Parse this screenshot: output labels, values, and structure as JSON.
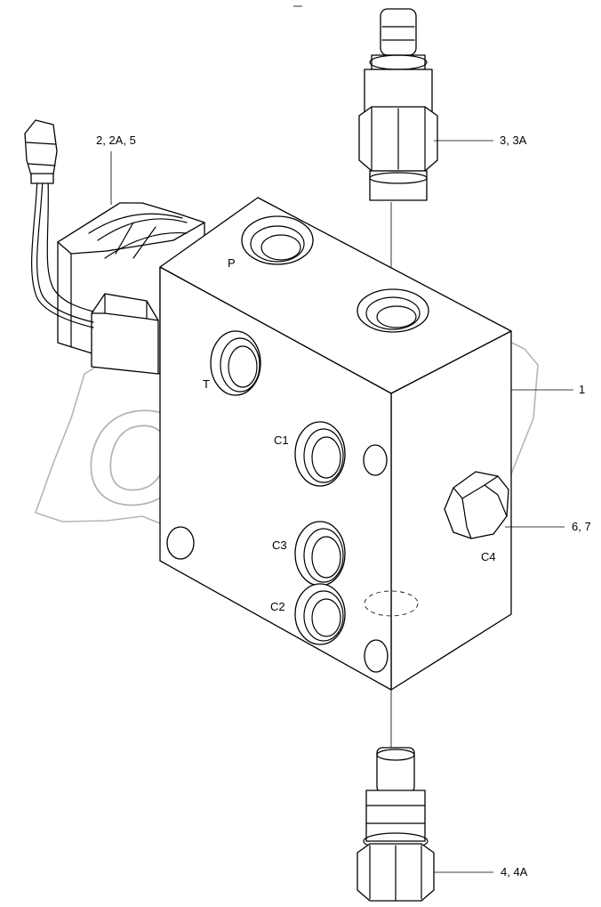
{
  "watermark": {
    "text": "OPEX"
  },
  "callouts": [
    {
      "id": "solenoid",
      "text": "2, 2A, 5"
    },
    {
      "id": "sensor-top",
      "text": "3, 3A"
    },
    {
      "id": "block",
      "text": "1"
    },
    {
      "id": "plug",
      "text": "6, 7"
    },
    {
      "id": "fitting-bottom",
      "text": "4, 4A"
    }
  ],
  "ports": {
    "p": "P",
    "t": "T",
    "c1": "C1",
    "c2": "C2",
    "c3": "C3",
    "c4": "C4"
  }
}
